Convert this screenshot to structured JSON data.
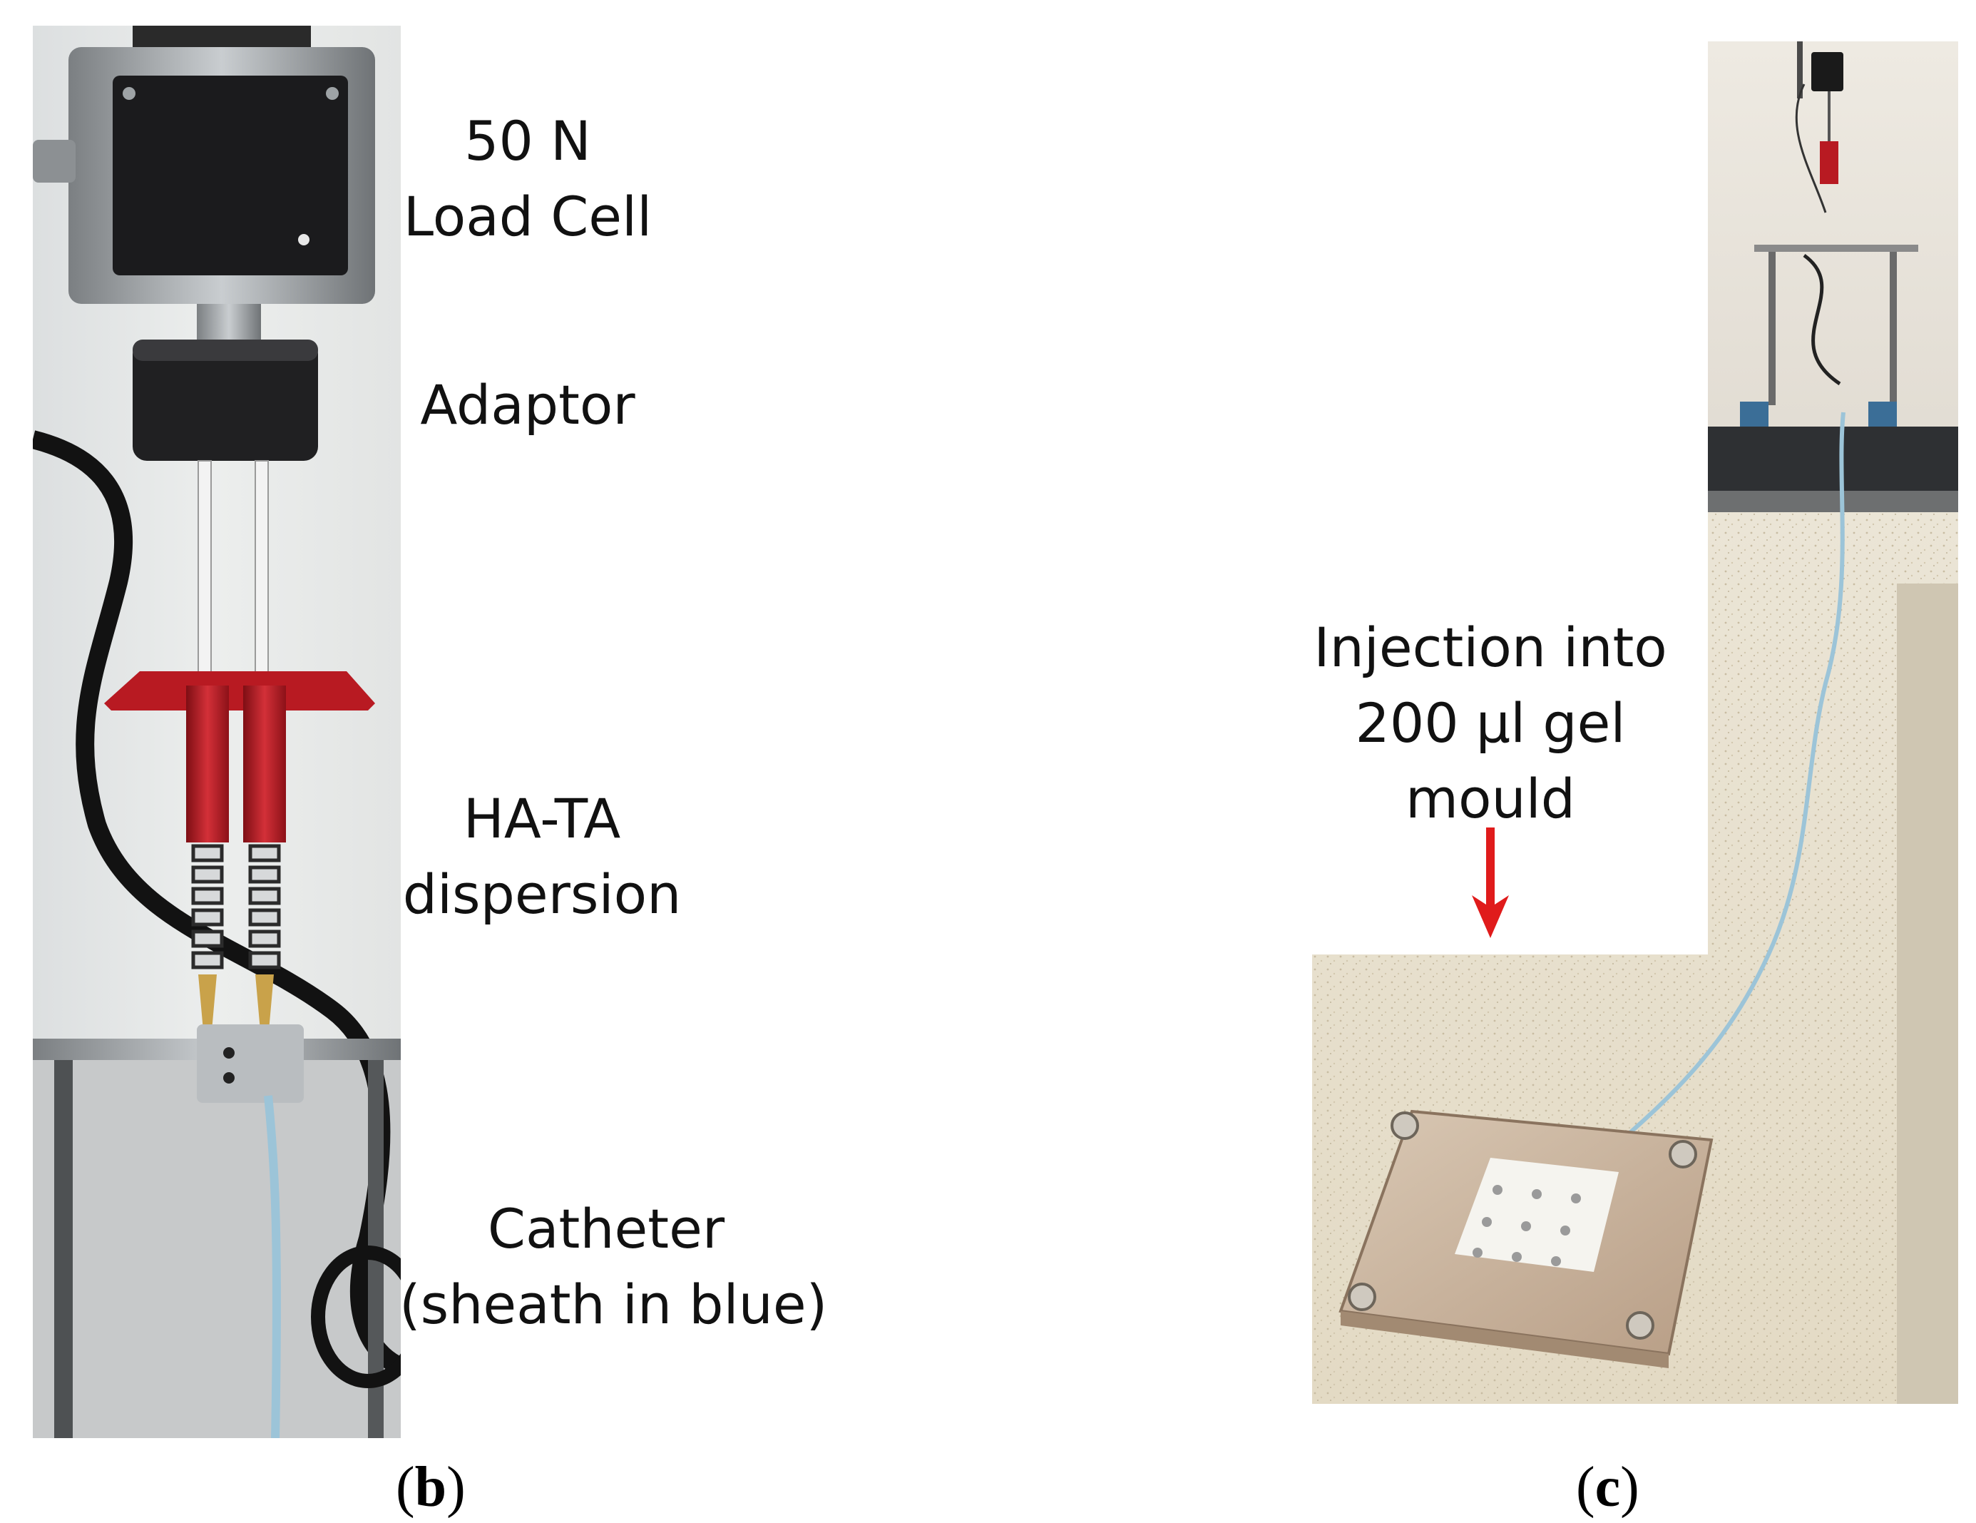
{
  "panel_b": {
    "labels": {
      "load_cell_line1": "50 N",
      "load_cell_line2": "Load Cell",
      "adaptor": "Adaptor",
      "dispersion_line1": "HA-TA",
      "dispersion_line2": "dispersion",
      "catheter_line1": "Catheter",
      "catheter_line2": "(sheath in blue)"
    },
    "caption_open": "(",
    "caption_letter": "b",
    "caption_close": ")"
  },
  "panel_c": {
    "labels": {
      "injection_line1": "Injection into",
      "injection_line2": "200 µl gel",
      "injection_line3": "mould"
    },
    "caption_open": "(",
    "caption_letter": "c",
    "caption_close": ")"
  },
  "colors": {
    "syringe_red": "#b81a22",
    "arrow_red": "#e01b1b",
    "sheath_blue": "#9cc4d8"
  }
}
